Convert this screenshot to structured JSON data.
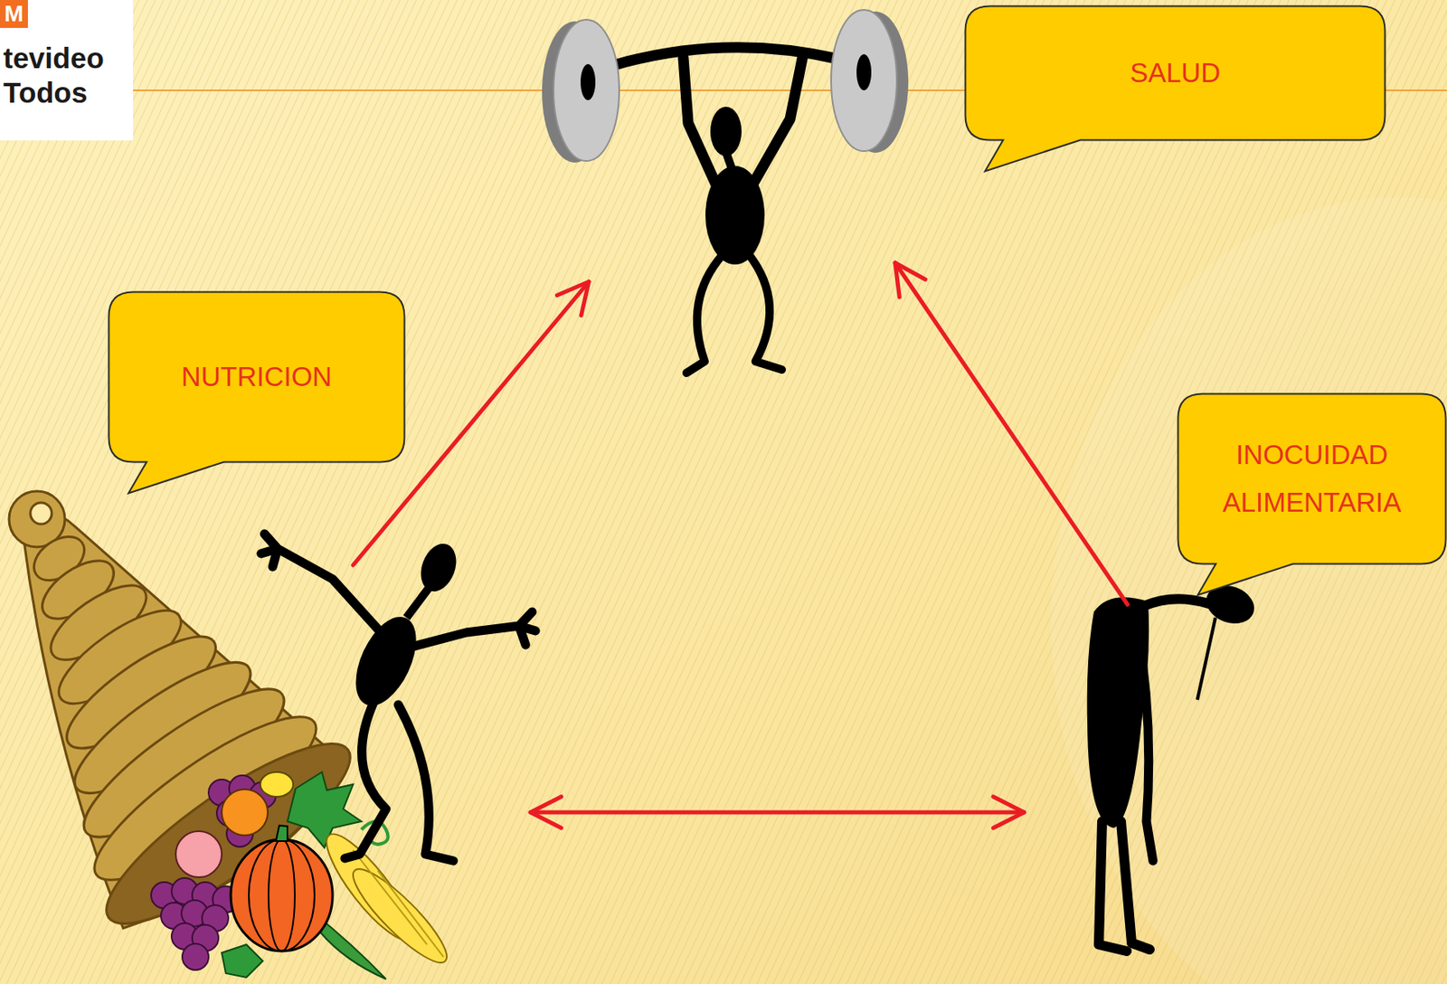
{
  "diagram": {
    "nodes": [
      {
        "text": [
          "SALUD"
        ]
      },
      {
        "text": [
          "NUTRICION"
        ]
      },
      {
        "text": [
          "INOCUIDAD ALIMENTARIA"
        ]
      }
    ],
    "edges": [
      {
        "from": 1,
        "to": 0,
        "arrow": "to"
      },
      {
        "from": 2,
        "to": 0,
        "arrow": "to"
      },
      {
        "from": 1,
        "to": 2,
        "arrow": "both"
      }
    ],
    "labels": [
      "M",
      "tevideo",
      "Todos"
    ]
  }
}
